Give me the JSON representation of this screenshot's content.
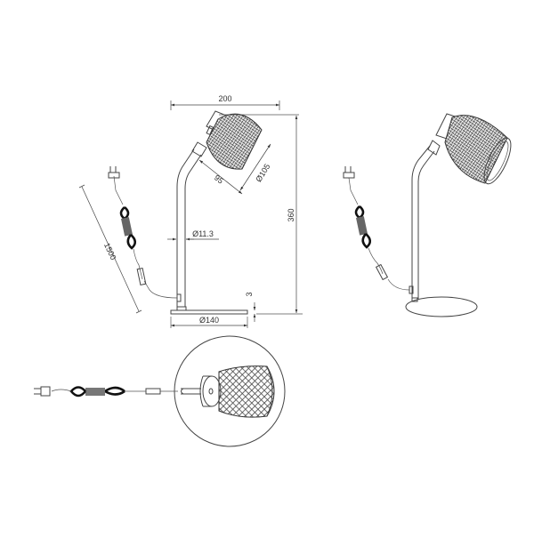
{
  "drawing": {
    "subject": "Desk lamp dimensional drawing",
    "views": [
      "side-view-dimensioned",
      "perspective-view",
      "top-view"
    ],
    "dimensions": {
      "width": "200",
      "height": "360",
      "shade_depth": "95",
      "shade_diameter": "Ø105",
      "stem_diameter": "Ø11.3",
      "base_diameter": "Ø140",
      "base_thickness": "3",
      "cable_length": "1500"
    },
    "colors": {
      "line": "#444444",
      "background": "#ffffff",
      "weave": "#555555"
    }
  }
}
